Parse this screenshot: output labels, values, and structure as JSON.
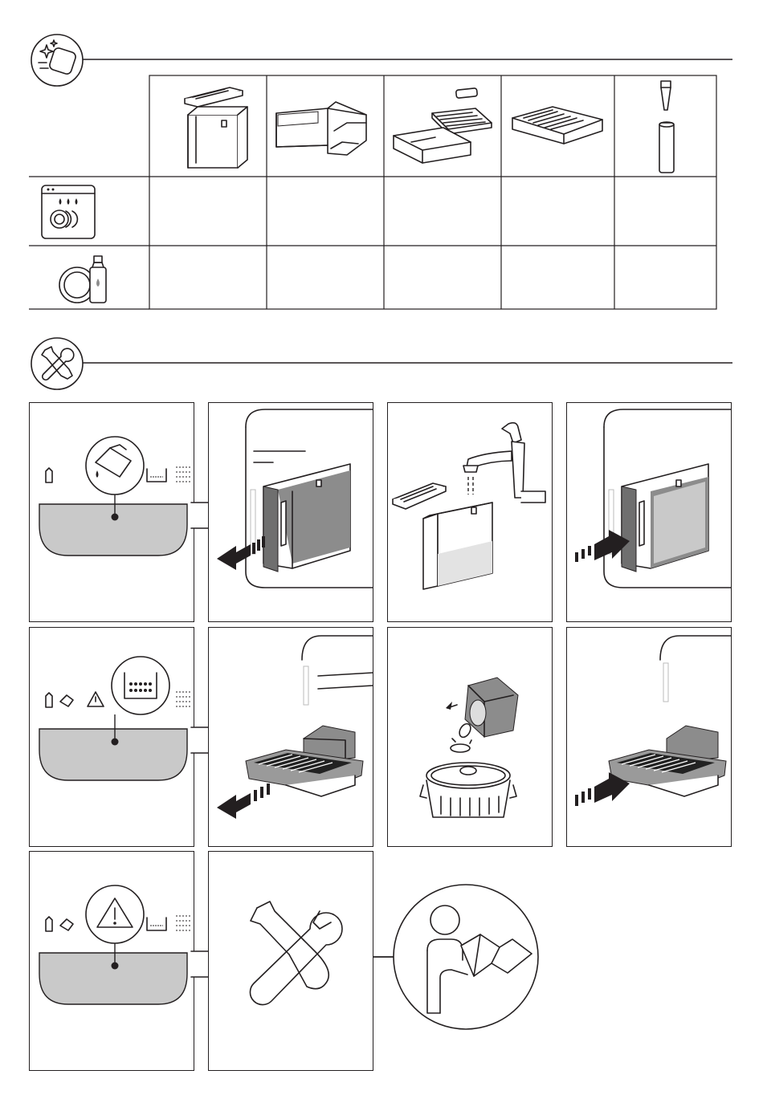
{
  "page": {
    "background": "#ffffff",
    "line_color": "#231f20",
    "fill_gray": "#c9c9c9"
  },
  "section_cleaning": {
    "icon": "sparkle-cleaning-icon",
    "table": {
      "parts": [
        "water-tank",
        "coffee-grounds-container",
        "drip-tray-assembly",
        "drip-tray-grid",
        "milk-frother-nozzle"
      ],
      "rows": [
        {
          "icon": "dishwasher-icon",
          "cells": [
            "",
            "",
            "",
            "",
            ""
          ]
        },
        {
          "icon": "hand-wash-icon",
          "cells": [
            "",
            "",
            "",
            "",
            ""
          ]
        }
      ]
    }
  },
  "section_maintenance": {
    "icon": "tools-icon",
    "rows": [
      {
        "category_icon": "refill-icon",
        "steps": [
          "remove-water-tank",
          "fill-water-tank",
          "insert-water-tank"
        ]
      },
      {
        "category_icon": "empty-grounds-icon",
        "steps": [
          "remove-drip-tray",
          "empty-grounds",
          "insert-drip-tray"
        ]
      },
      {
        "category_icon": "warning-icon",
        "steps": [
          "service-tools"
        ],
        "reference_icon": "read-manual-icon"
      }
    ]
  }
}
